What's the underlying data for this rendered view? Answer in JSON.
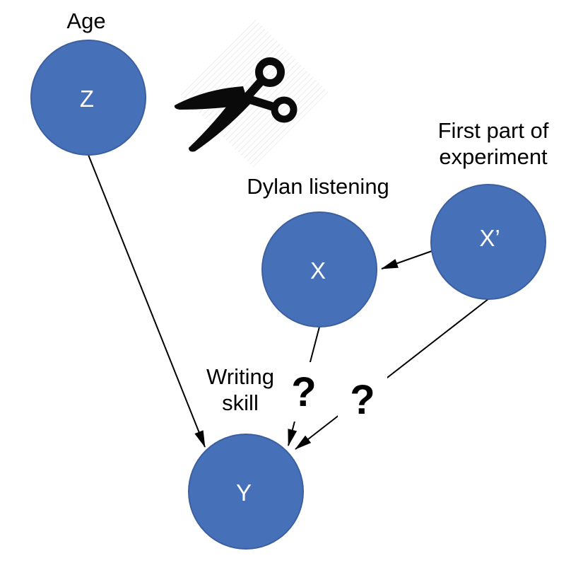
{
  "colors": {
    "node_fill": "#4671B8",
    "node_border": "#3C5FA0",
    "arrow": "#000000",
    "scissors": "#0A0A0A"
  },
  "nodes": {
    "z": {
      "letter": "Z",
      "caption": "Age"
    },
    "x": {
      "letter": "X",
      "caption": "Dylan listening"
    },
    "x_prime": {
      "letter": "X’",
      "caption_line1": "First part of",
      "caption_line2": "experiment"
    },
    "y": {
      "letter": "Y",
      "caption_line1": "Writing",
      "caption_line2": "skill"
    }
  },
  "question_marks": {
    "x_to_y": "?",
    "x_prime_to_y": "?"
  }
}
